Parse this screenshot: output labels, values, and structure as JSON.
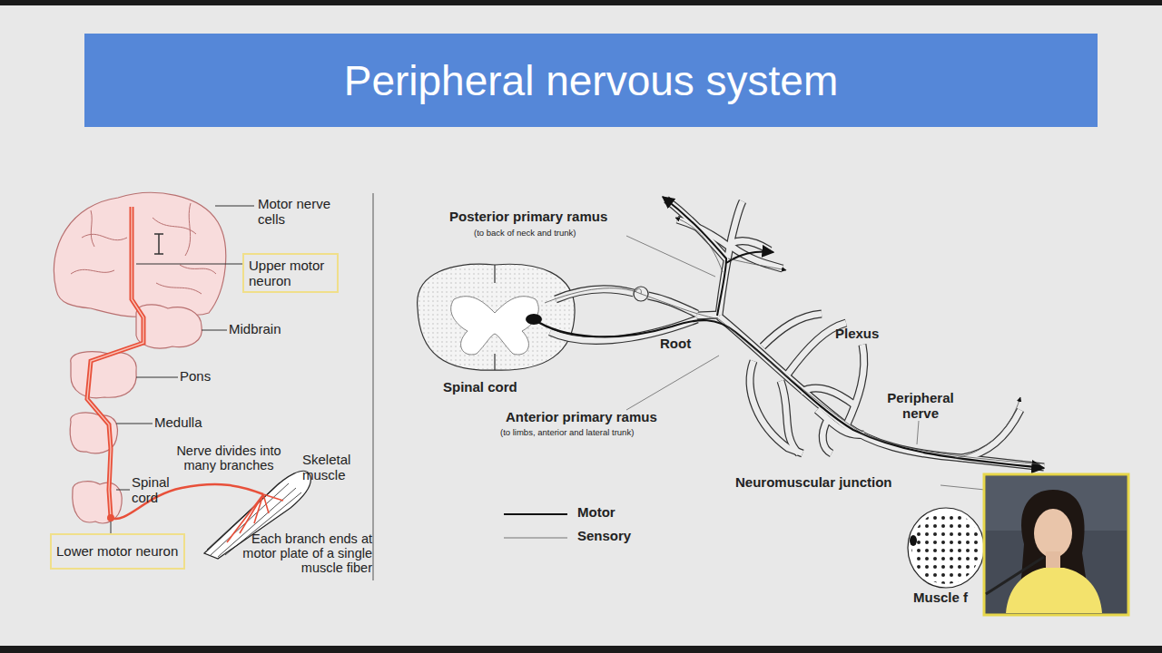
{
  "diagram": {
    "title": "Peripheral nervous system",
    "nodes": [
      {
        "text": [
          "Upper motor neuron"
        ]
      },
      {
        "text": [
          "Lower motor neuron"
        ]
      }
    ],
    "labels": [
      "Motor nerve cells",
      "Midbrain",
      "Pons",
      "Medulla",
      "Nerve divides into many branches",
      "Skeletal muscle",
      "Spinal cord",
      "Each branch ends at motor plate of a single muscle fiber",
      "Posterior primary ramus",
      "(to back of neck and trunk)",
      "Root",
      "Plexus",
      "Spinal cord",
      "Anterior primary ramus",
      "(to limbs, anterior and lateral trunk)",
      "Peripheral nerve",
      "Neuromuscular junction",
      "Muscle f"
    ],
    "legend": [
      {
        "text": "Motor"
      },
      {
        "text": "Sensory"
      }
    ]
  }
}
